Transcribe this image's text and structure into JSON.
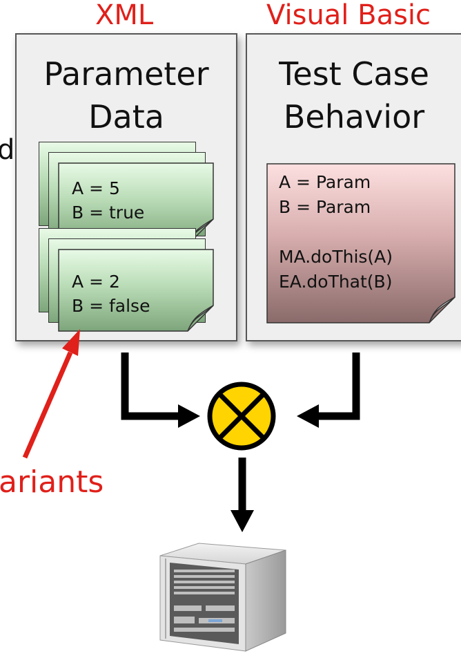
{
  "labels": {
    "xml": "XML",
    "vb": "Visual Basic",
    "variants": "ariants",
    "left_edge": "d"
  },
  "panels": {
    "left": {
      "title_line1": "Parameter",
      "title_line2": "Data"
    },
    "right": {
      "title_line1": "Test Case",
      "title_line2": "Behavior"
    }
  },
  "cards": [
    {
      "line1": "A = 5",
      "line2": "B = true"
    },
    {
      "line1": "A = 2",
      "line2": "B = false"
    }
  ],
  "behavior_note": {
    "lines": [
      "A = Param",
      "B = Param",
      "",
      "MA.doThis(A)",
      "EA.doThat(B)"
    ]
  },
  "colors": {
    "label_red": "#e0201a",
    "card_green_top": "#e8fae6",
    "card_green_bottom": "#7da57b",
    "note_pink_top": "#fde0e0",
    "note_pink_bottom": "#8a6a6a",
    "combiner_yellow": "#ffd400",
    "panel_bg": "#efefef"
  },
  "icons": {
    "combiner": "circled-x-combiner-icon",
    "server": "server-rack-icon"
  }
}
